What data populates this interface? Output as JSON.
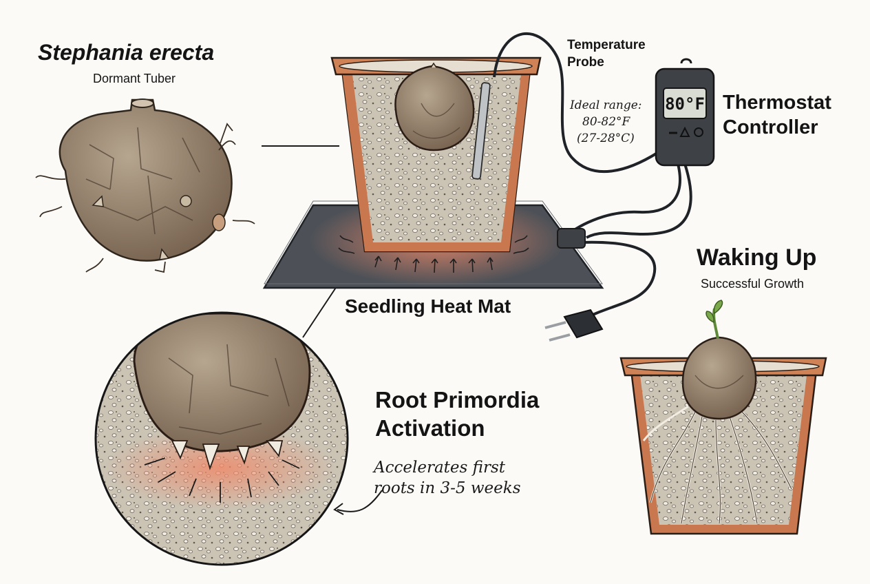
{
  "title": {
    "species": "Stephania erecta",
    "subtitle": "Dormant Tuber"
  },
  "probe": {
    "label_line1": "Temperature",
    "label_line2": "Probe"
  },
  "thermostat": {
    "display": "80°F",
    "label_line1": "Thermostat",
    "label_line2": "Controller",
    "icon_minus": "minus-button-icon",
    "icon_triangle": "triangle-button-icon",
    "icon_circle": "circle-button-icon"
  },
  "range_note": {
    "line1": "Ideal range:",
    "line2": "80-82°F",
    "line3": "(27-28°C)"
  },
  "heat_mat": {
    "label": "Seedling Heat Mat"
  },
  "root_detail": {
    "title_line1": "Root Primordia",
    "title_line2": "Activation",
    "note_line1": "Accelerates first",
    "note_line2": "roots in 3-5 weeks"
  },
  "waking": {
    "title": "Waking Up",
    "subtitle": "Successful Growth"
  },
  "colors": {
    "terracotta": "#c8774f",
    "tuber": "#8c7763",
    "soil": "#c9c2b3",
    "heat_glow": "#ef8a6a",
    "mat": "#4d5157",
    "device": "#3e4247",
    "lcd": "#d9dcd2"
  }
}
